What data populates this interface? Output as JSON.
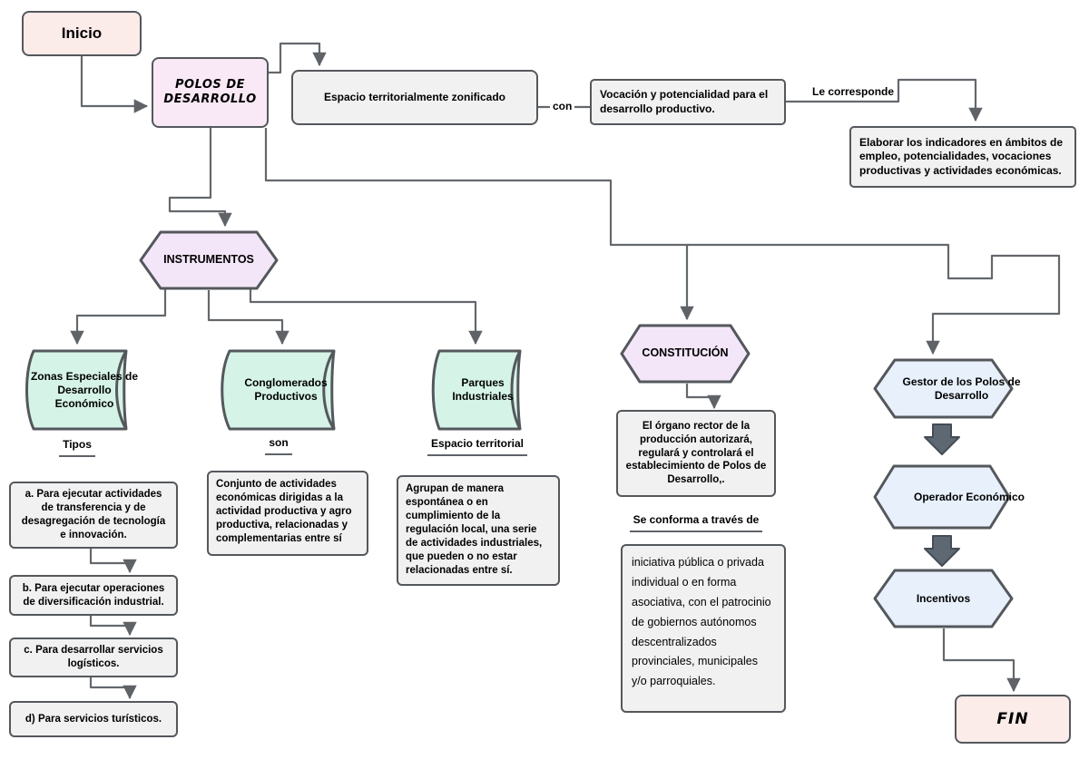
{
  "start": {
    "label": "Inicio"
  },
  "polos": {
    "label": "POLOS DE DESARROLLO"
  },
  "definition": {
    "espacio": "Espacio territorialmente zonificado",
    "connector_label": "con",
    "vocacion": "Vocación y potencialidad para el desarrollo productivo.",
    "le_corresponde": "Le corresponde",
    "elaborar": "Elaborar los indicadores en ámbitos de empleo, potencialidades, vocaciones productivas y actividades económicas."
  },
  "instrumentos": {
    "label": "INSTRUMENTOS",
    "zonas": {
      "label": "Zonas Especiales de Desarrollo Económico",
      "sublabel": "Tipos",
      "items": [
        "a. Para ejecutar actividades de transferencia y de desagregación de tecnología e innovación.",
        "b. Para ejecutar operaciones de diversificación industrial.",
        "c. Para desarrollar servicios logísticos.",
        "d) Para servicios turísticos."
      ]
    },
    "conglomerados": {
      "label": "Conglomerados Productivos",
      "sublabel": "son",
      "description": "Conjunto de actividades económicas dirigidas a la actividad productiva y agro productiva, relacionadas y complementarias entre sí"
    },
    "parques": {
      "label": "Parques Industriales",
      "sublabel": "Espacio territorial",
      "description": "Agrupan de manera espontánea o en cumplimiento de la regulación local, una serie de actividades industriales, que pueden o no estar relacionadas entre sí."
    }
  },
  "constitucion": {
    "label": "CONSTITUCIÓN",
    "organo": "El órgano rector de la producción autorizará, regulará y controlará el establecimiento de Polos de Desarrollo,.",
    "se_conforma": "Se conforma a través de",
    "iniciativa": "iniciativa pública o privada individual o en forma asociativa, con el patrocinio de gobiernos autónomos descentralizados provinciales, municipales y/o parroquiales."
  },
  "actors": {
    "gestor": "Gestor de los Polos de Desarrollo",
    "operador": "Operador Económico",
    "incentivos": "Incentivos"
  },
  "end": {
    "label": "FIN"
  },
  "colors": {
    "rose": "#fbebe9",
    "pink": "#f9e8f5",
    "lavender": "#f4e6f9",
    "mint": "#d5f3e7",
    "light_blue": "#e7f0fb",
    "gray_box": "#f1f1f2",
    "shape_border": "#54585c",
    "edge": "#63686d",
    "block_arrow": "#5d6873"
  }
}
